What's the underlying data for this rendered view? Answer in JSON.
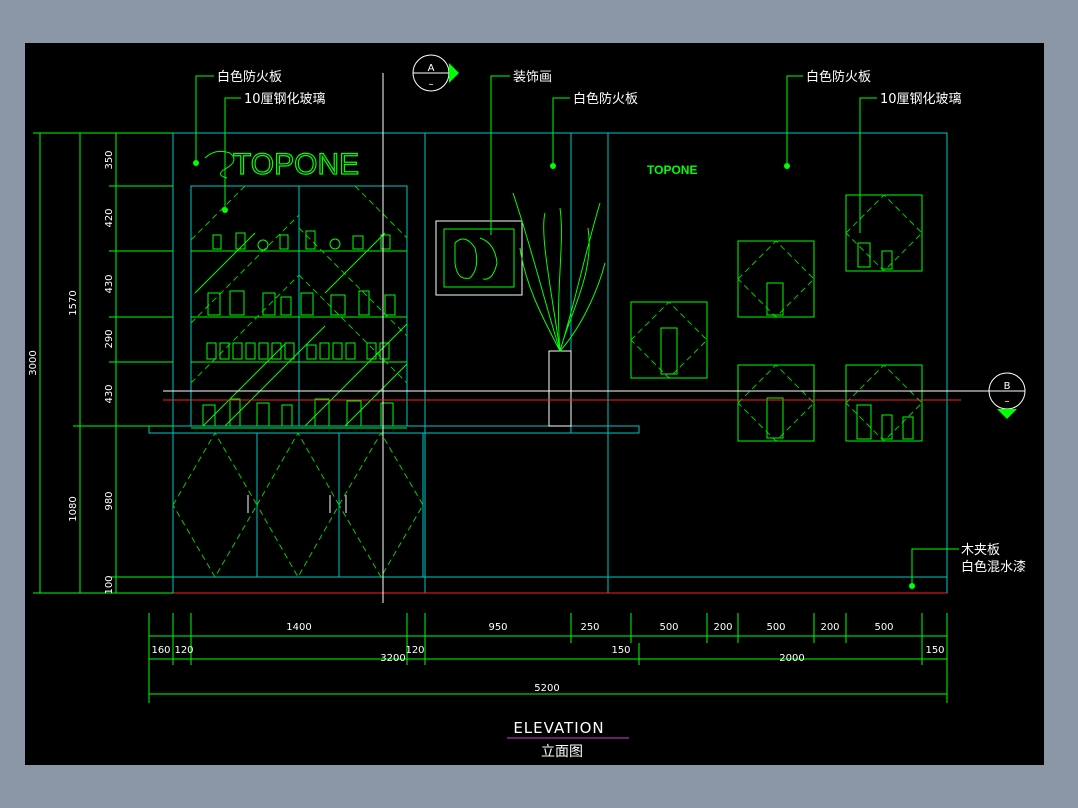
{
  "labels": {
    "left_board": "白色防火板",
    "left_glass": "10厘钢化玻璃",
    "decor_painting": "装饰画",
    "mid_board": "白色防火板",
    "right_board": "白色防火板",
    "right_glass": "10厘钢化玻璃",
    "plywood": "木夹板",
    "white_paint": "白色混水漆"
  },
  "logo": {
    "big": "TOPONE",
    "small": "TOPONE"
  },
  "section_markers": {
    "a_letter": "A",
    "a_dash": "–",
    "b_letter": "B",
    "b_dash": "–"
  },
  "vertical_dims": {
    "inner": [
      "350",
      "420",
      "430",
      "290",
      "430",
      "980",
      "100"
    ],
    "middle": [
      "1570",
      "1080"
    ],
    "outer": "3000"
  },
  "horizontal_dims": {
    "row1": [
      "1400",
      "950",
      "250",
      "500",
      "200",
      "500",
      "200",
      "500"
    ],
    "row2": {
      "a": "160",
      "b": "120",
      "c": "120",
      "d": "150",
      "e": "150"
    },
    "row2_spans": {
      "left": "3200",
      "right": "2000"
    },
    "total": "5200"
  },
  "title": {
    "main": "ELEVATION",
    "sub": "立面图"
  },
  "colors": {
    "cyan": "#00c8c8",
    "green": "#00ff00",
    "white": "#ffffff",
    "red": "#ff2020",
    "title_underline": "#cc44cc"
  }
}
